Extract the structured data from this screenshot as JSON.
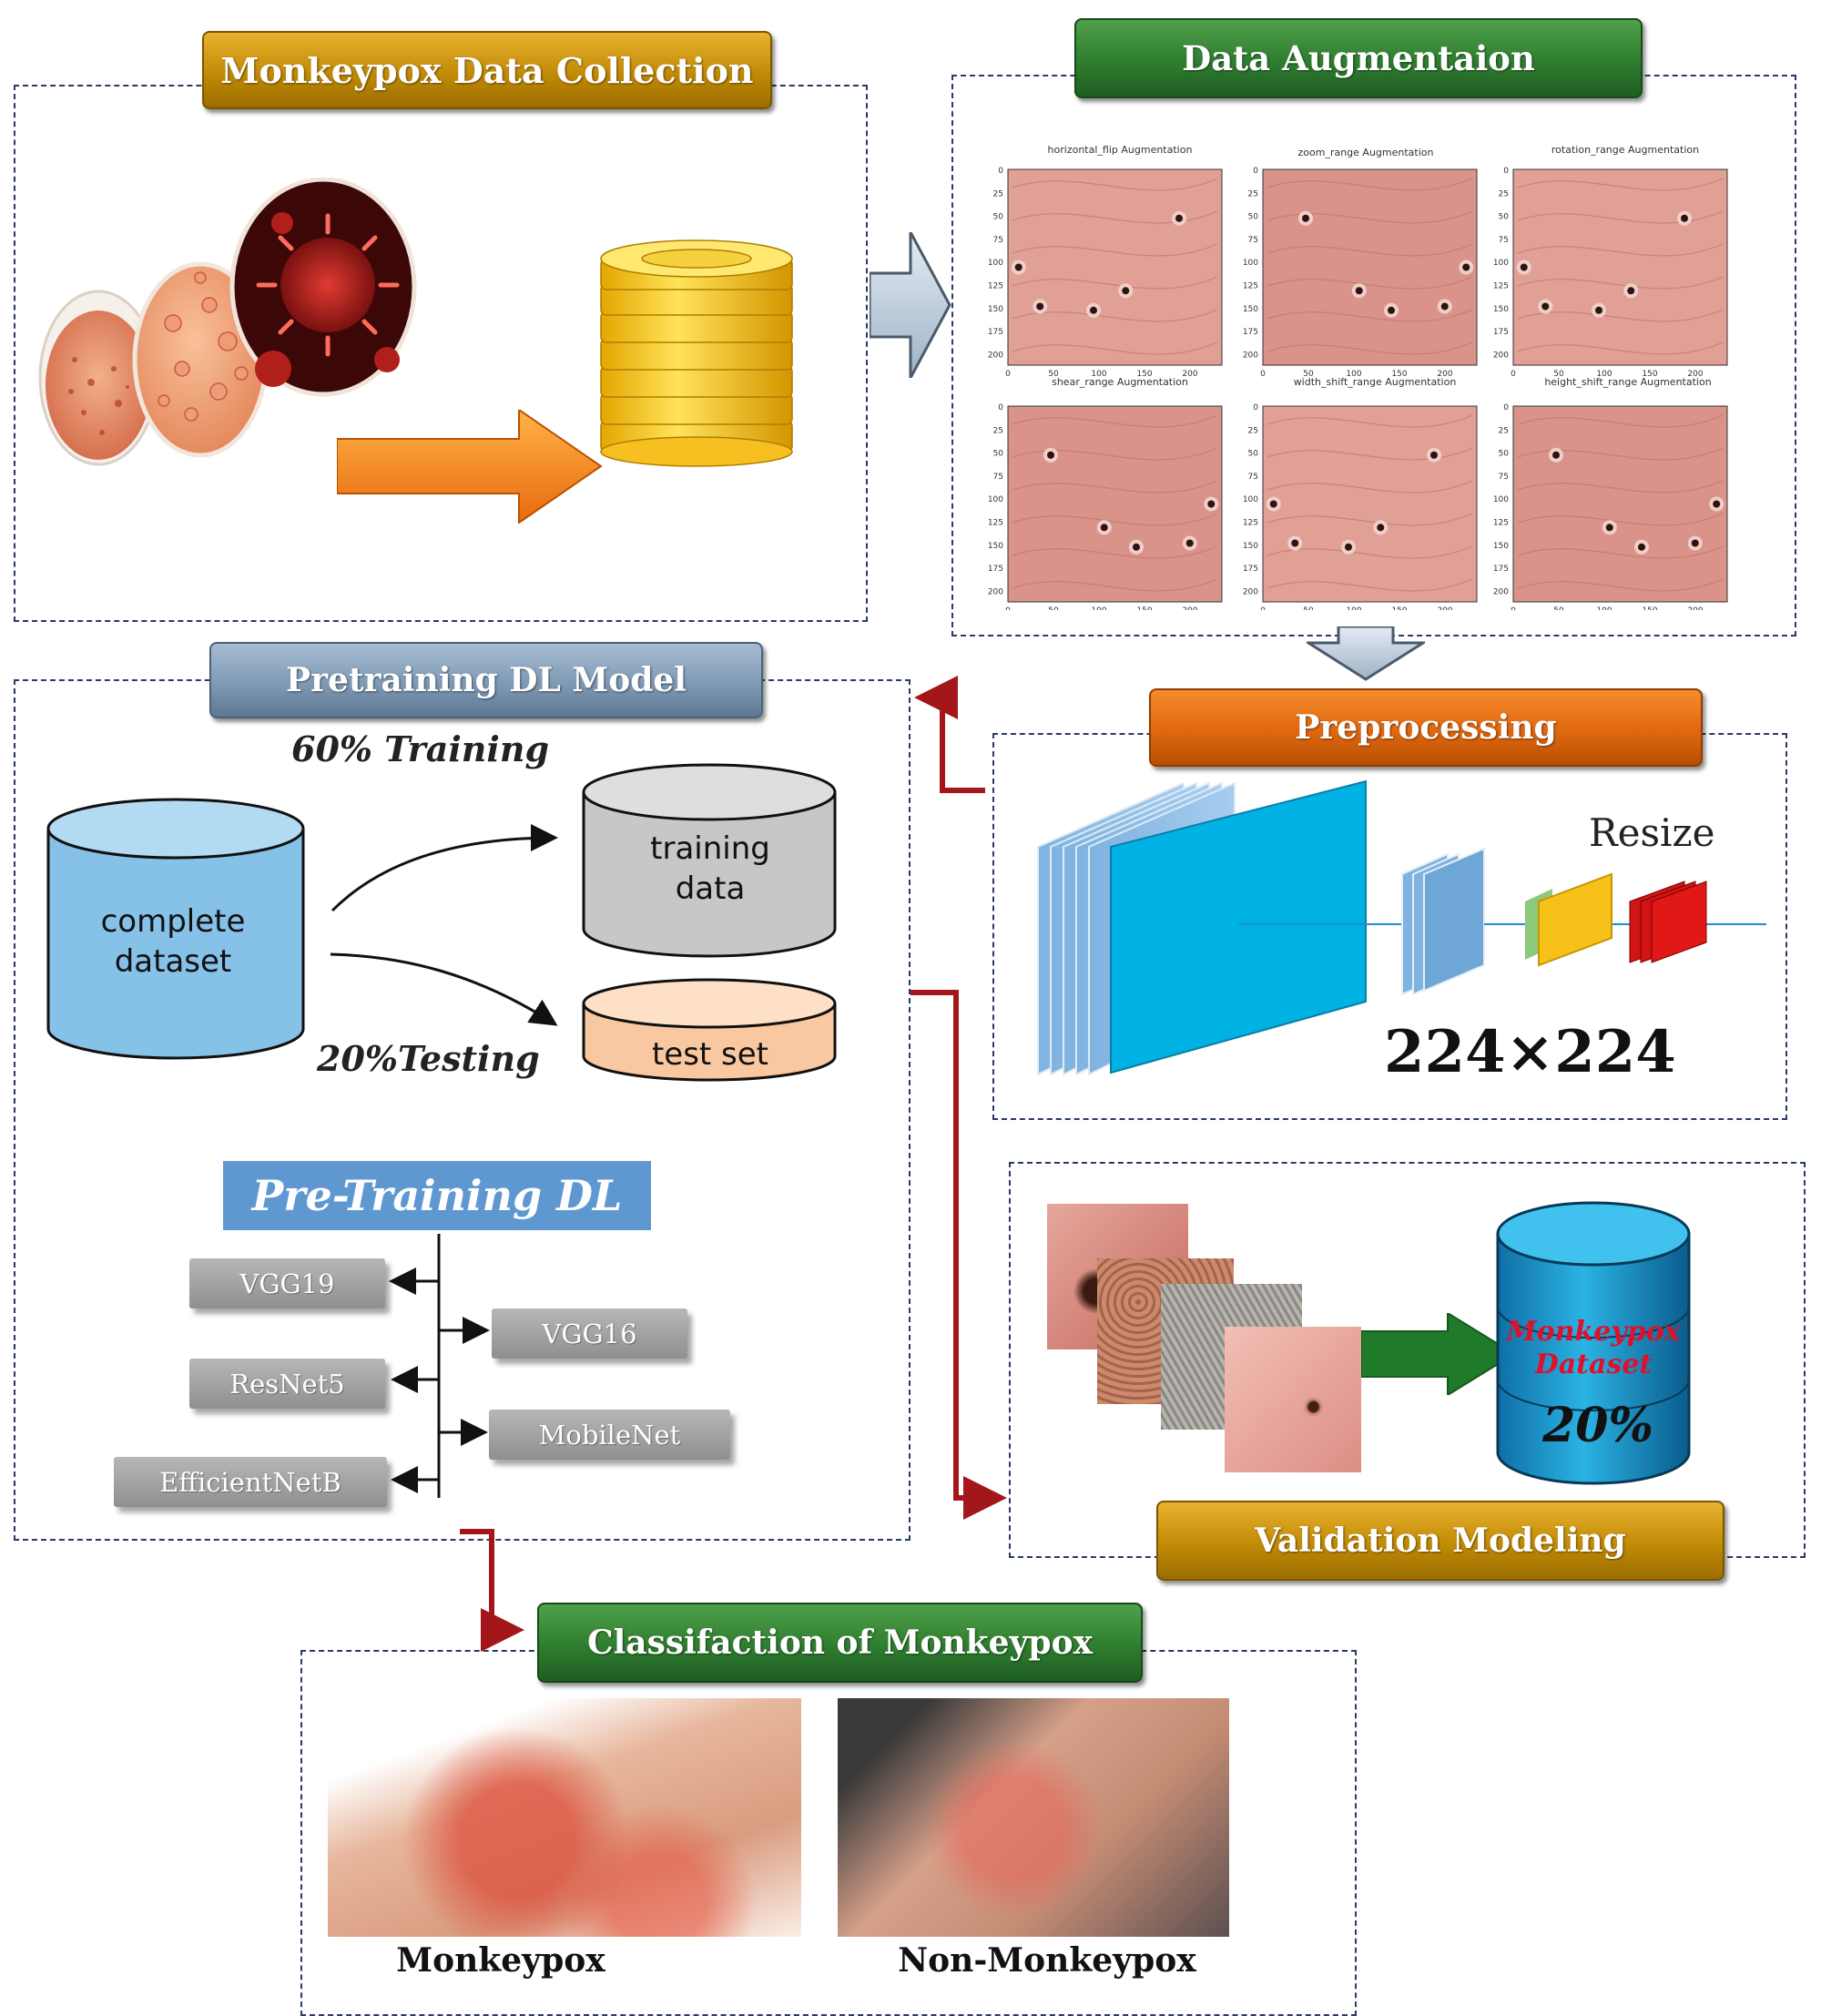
{
  "stages": {
    "collection": "Monkeypox Data Collection",
    "augmentation": "Data Augmentaion",
    "pretraining": "Pretraining DL Model",
    "preprocessing": "Preprocessing",
    "validation": "Validation Modeling",
    "classification": "Classifaction of  Monkeypox"
  },
  "augmentation": {
    "titles": [
      "horizontal_flip Augmentation",
      "zoom_range Augmentation",
      "rotation_range Augmentation",
      "shear_range Augmentation",
      "width_shift_range Augmentation",
      "height_shift_range Augmentation"
    ],
    "yticks": [
      "0",
      "25",
      "50",
      "75",
      "100",
      "125",
      "150",
      "175",
      "200"
    ],
    "xticks": [
      "0",
      "50",
      "100",
      "150",
      "200"
    ]
  },
  "split": {
    "training_pct": "60% Training",
    "testing_pct": "20%Testing",
    "complete_dataset": "complete dataset",
    "training_data": "training data",
    "test_set": "test set"
  },
  "pretraining": {
    "header": "Pre-Training DL",
    "models_left": [
      "VGG19",
      "ResNet5",
      "EfficientNetB"
    ],
    "models_right": [
      "VGG16",
      "MobileNet"
    ]
  },
  "preprocessing": {
    "resize_label": "Resize",
    "size": "224×224"
  },
  "validation": {
    "db_title": "Monkeypox Dataset",
    "db_pct": "20%"
  },
  "classification": {
    "positive": "Monkeypox",
    "negative": "Non-Monkeypox"
  },
  "colors": {
    "panel_border": "#2a3a66",
    "flow_arrow": "#a3171b",
    "label_gold": "#c28b06",
    "label_green": "#2f7d2f",
    "label_steel": "#7f9ab5",
    "label_orange": "#e06810"
  }
}
